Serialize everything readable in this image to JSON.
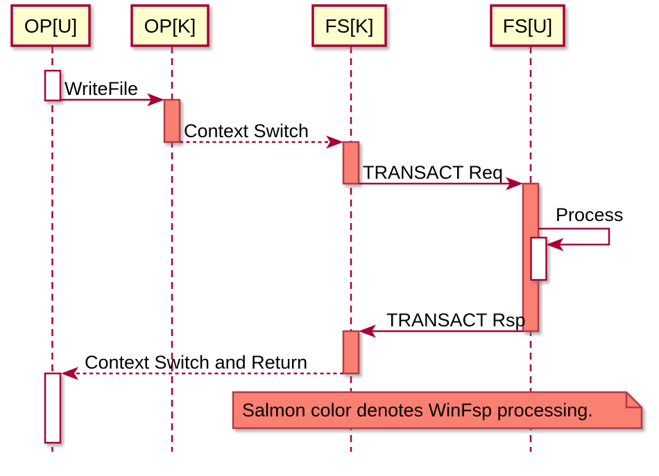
{
  "diagram": {
    "type": "uml-sequence",
    "participants": [
      {
        "id": "op-u",
        "label": "OP[U]"
      },
      {
        "id": "op-k",
        "label": "OP[K]"
      },
      {
        "id": "fs-k",
        "label": "FS[K]"
      },
      {
        "id": "fs-u",
        "label": "FS[U]"
      }
    ],
    "messages": [
      {
        "from": "OP[U]",
        "to": "OP[K]",
        "label": "WriteFile",
        "style": "solid"
      },
      {
        "from": "OP[K]",
        "to": "FS[K]",
        "label": "Context Switch",
        "style": "dashed"
      },
      {
        "from": "FS[K]",
        "to": "FS[U]",
        "label": "TRANSACT Req",
        "style": "solid"
      },
      {
        "from": "FS[U]",
        "to": "FS[U]",
        "label": "Process",
        "style": "solid-self"
      },
      {
        "from": "FS[U]",
        "to": "FS[K]",
        "label": "TRANSACT Rsp",
        "style": "solid"
      },
      {
        "from": "FS[K]",
        "to": "OP[U]",
        "label": "Context Switch and Return",
        "style": "dashed"
      }
    ],
    "note": {
      "text": "Salmon color denotes WinFsp processing."
    },
    "colors": {
      "background": "#FFFFFF",
      "participant_fill": "#FEFECE",
      "line": "#A80036",
      "salmon": "#FA8072",
      "salmon_border": "#B23A48",
      "activation_white": "#FFFFFF",
      "text": "#000000"
    }
  }
}
